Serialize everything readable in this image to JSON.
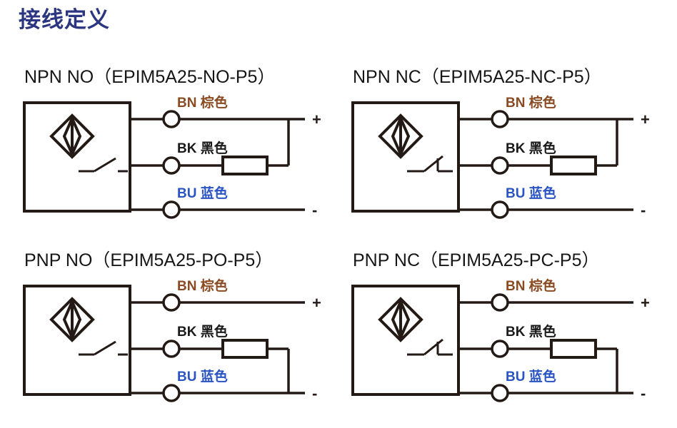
{
  "page": {
    "title": "接线定义",
    "title_color": "#2b3580",
    "background": "#ffffff",
    "line_color": "#231a15"
  },
  "legend": {
    "brown_color": "#8a4b22",
    "black_color": "#1a1a1a",
    "blue_color": "#2a53c4"
  },
  "wires": {
    "bn": "BN 棕色",
    "bk": "BK 黑色",
    "bu": "BU 蓝色",
    "plus": "+",
    "minus": "-"
  },
  "diagrams": [
    {
      "id": "npn-no",
      "heading": "NPN NO（EPIM5A25-NO-P5）",
      "output_type": "NPN",
      "contact": "NO",
      "model": "EPIM5A25-NO-P5",
      "switch_symbol": "normally-open",
      "load_return": "plus",
      "terminals": [
        {
          "code": "BN",
          "label": "BN 棕色",
          "color_name": "棕色",
          "rail": "+"
        },
        {
          "code": "BK",
          "label": "BK 黑色",
          "color_name": "黑色",
          "rail": "load"
        },
        {
          "code": "BU",
          "label": "BU 蓝色",
          "color_name": "蓝色",
          "rail": "-"
        }
      ]
    },
    {
      "id": "npn-nc",
      "heading": "NPN NC（EPIM5A25-NC-P5）",
      "output_type": "NPN",
      "contact": "NC",
      "model": "EPIM5A25-NC-P5",
      "switch_symbol": "normally-closed",
      "load_return": "plus",
      "terminals": [
        {
          "code": "BN",
          "label": "BN 棕色",
          "color_name": "棕色",
          "rail": "+"
        },
        {
          "code": "BK",
          "label": "BK 黑色",
          "color_name": "黑色",
          "rail": "load"
        },
        {
          "code": "BU",
          "label": "BU 蓝色",
          "color_name": "蓝色",
          "rail": "-"
        }
      ]
    },
    {
      "id": "pnp-no",
      "heading": "PNP NO（EPIM5A25-PO-P5）",
      "output_type": "PNP",
      "contact": "NO",
      "model": "EPIM5A25-PO-P5",
      "switch_symbol": "normally-open",
      "load_return": "minus",
      "terminals": [
        {
          "code": "BN",
          "label": "BN 棕色",
          "color_name": "棕色",
          "rail": "+"
        },
        {
          "code": "BK",
          "label": "BK 黑色",
          "color_name": "黑色",
          "rail": "load"
        },
        {
          "code": "BU",
          "label": "BU 蓝色",
          "color_name": "蓝色",
          "rail": "-"
        }
      ]
    },
    {
      "id": "pnp-nc",
      "heading": "PNP NC（EPIM5A25-PC-P5）",
      "output_type": "PNP",
      "contact": "NC",
      "model": "EPIM5A25-PC-P5",
      "switch_symbol": "normally-closed",
      "load_return": "minus",
      "terminals": [
        {
          "code": "BN",
          "label": "BN 棕色",
          "color_name": "棕色",
          "rail": "+"
        },
        {
          "code": "BK",
          "label": "BK 黑色",
          "color_name": "黑色",
          "rail": "load"
        },
        {
          "code": "BU",
          "label": "BU 蓝色",
          "color_name": "蓝色",
          "rail": "-"
        }
      ]
    }
  ]
}
